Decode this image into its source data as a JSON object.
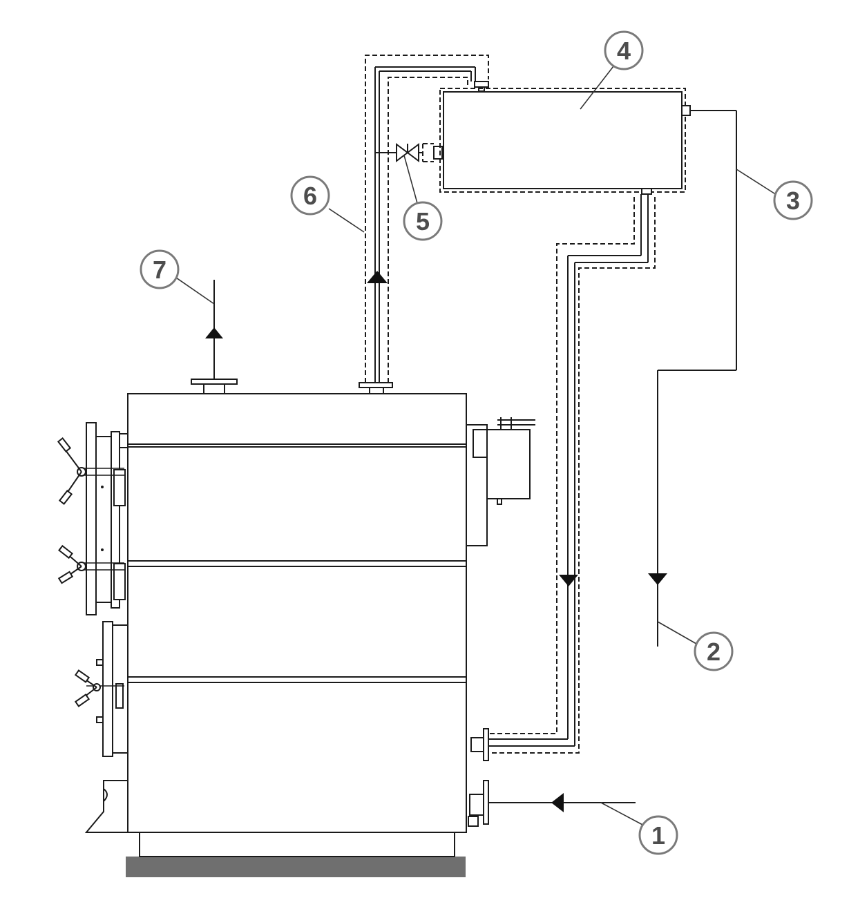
{
  "markers": [
    {
      "id": "1",
      "label": "1"
    },
    {
      "id": "2",
      "label": "2"
    },
    {
      "id": "3",
      "label": "3"
    },
    {
      "id": "4",
      "label": "4"
    },
    {
      "id": "5",
      "label": "5"
    },
    {
      "id": "6",
      "label": "6"
    },
    {
      "id": "7",
      "label": "7"
    }
  ],
  "colors": {
    "line": "#1a1a1a",
    "marker_ring": "#7a7a7a",
    "marker_text": "#4d4d4d",
    "base_plinth": "#6f6f6f"
  }
}
